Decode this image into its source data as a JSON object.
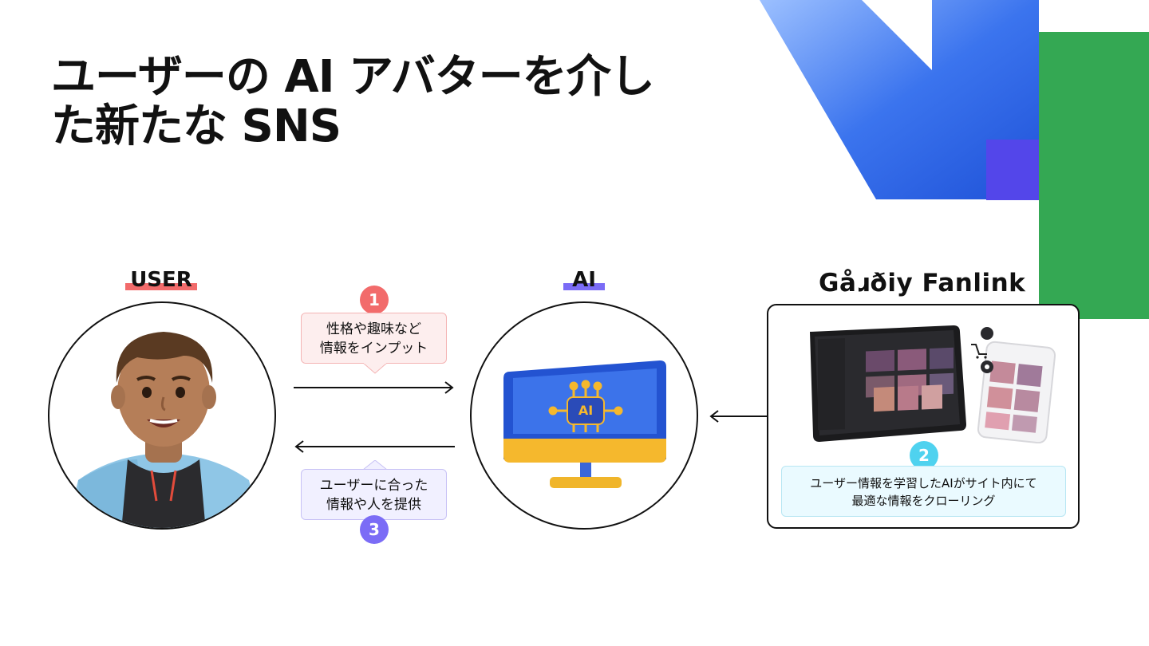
{
  "title": {
    "line1": "ユーザーの AI アバターを介し",
    "line2": "た新たな SNS"
  },
  "columns": {
    "user": "USER",
    "ai": "AI",
    "fanlink": "Gåɹðiy Fanlink"
  },
  "chips": {
    "ai": "AI"
  },
  "steps": [
    {
      "number": "1",
      "line1": "性格や趣味など",
      "line2": "情報をインプット",
      "color": "#f26b6b"
    },
    {
      "number": "2",
      "line1": "ユーザー情報を学習したAIがサイト内にて",
      "line2": "最適な情報をクローリング",
      "color": "#4fd2ef"
    },
    {
      "number": "3",
      "line1": "ユーザーに合った",
      "line2": "情報や人を提供",
      "color": "#7b6cf6"
    }
  ],
  "colors": {
    "user_underline": "#f26b6b",
    "ai_underline": "#7b6cf6",
    "deco_blue": "#2b63e6",
    "deco_green": "#34a853",
    "deco_purple": "#5346ea"
  },
  "icons": [
    "user-avatar",
    "ai-monitor-icon",
    "cart-icon",
    "camera-icon"
  ]
}
